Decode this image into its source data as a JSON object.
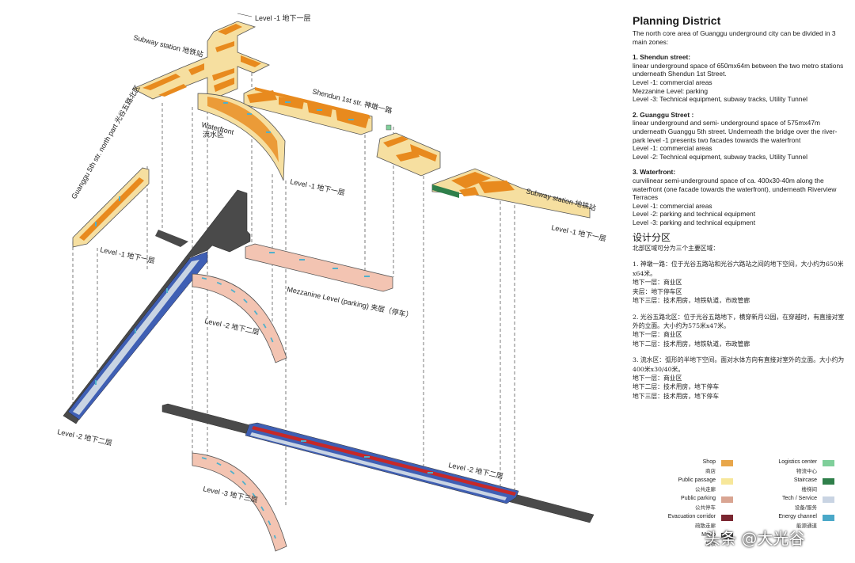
{
  "labels": {
    "level1_top": "Level -1 地下一层",
    "subway_station_left": "Subway station 地铁站",
    "shendun": "Shendun 1st str. 神墩一路",
    "waterfront": "Waterfront",
    "waterfront_cn": "流水区",
    "guanggu_north": "Guanggu 5th str. north part 光谷五路北区",
    "level1_waterfront": "Level -1 地下一层",
    "subway_station_right": "Subway station 地铁站",
    "level1_right": "Level -1 地下一层",
    "level1_left": "Level -1 地下一层",
    "mezzanine": "Mezzanine Level (parking) 夹层（停车）",
    "level2_arc": "Level -2 地下二层",
    "level2_left": "Level -2 地下二层",
    "level2_right": "Level -2 地下二层",
    "level3": "Level -3 地下三层"
  },
  "side": {
    "title": "Planning District",
    "intro": "The north core area of Guanggu underground city can be divided in 3 main zones:",
    "zone1_title": "1. Shendun street:",
    "zone1_body": "linear underground space of 650mx64m between the two metro stations underneath Shendun 1st Street.\nLevel -1: commercial areas\nMezzanine Level: parking\nLevel -3: Technical equipment, subway tracks, Utility Tunnel",
    "zone2_title": "2. Guanggu Street :",
    "zone2_body": "linear underground and semi- underground space of 575mx47m underneath Guanggu 5th street. Underneath the bridge over the river-park level -1 presents two facades towards the waterfront\nLevel -1: commercial areas\nLevel -2: Technical equipment, subway tracks, Utility Tunnel",
    "zone3_title": "3. Waterfront:",
    "zone3_body": "curvilinear semi-underground space of ca. 400x30-40m along the waterfront (one facade towards the waterfront), underneath Riverview Terraces\nLevel -1: commercial areas\nLevel -2: parking and technical equipment\nLevel -3: parking and technical equipment",
    "cn_title": "设计分区",
    "cn_intro": "北部区域可分为三个主要区域：",
    "cn_zone1": "1. 神墩一路：位于光谷五路站和光谷六路站之间的地下空间，大小约为650米x64米。\n地下一层：商业区\n夹层：地下停车区\n地下三层：技术用房，地铁轨道，市政管廊",
    "cn_zone2": "2. 光谷五路北区：位于光谷五路地下，横穿新月公园，在穿越时，有直接对室外的立面。大小约为575米x47米。\n地下一层：商业区\n地下二层：技术用房，地铁轨道，市政管廊",
    "cn_zone3": "3. 流水区：弧形的半地下空间。面对水体方向有直接对室外的立面。大小约为400米x30/40米。\n地下一层：商业区\n地下二层：技术用房，地下停车\n地下三层：技术用房，地下停车"
  },
  "legend": [
    {
      "en": "Shop",
      "zh": "商店",
      "color": "#e8a64a"
    },
    {
      "en": "Logistics center",
      "zh": "物流中心",
      "color": "#7fcf9a"
    },
    {
      "en": "Public passage",
      "zh": "公共走廊",
      "color": "#f7e79a"
    },
    {
      "en": "Staircase",
      "zh": "楼梯间",
      "color": "#2f7f4a"
    },
    {
      "en": "Public parking",
      "zh": "公共停车",
      "color": "#d9a592"
    },
    {
      "en": "Tech / Service",
      "zh": "设备/服务",
      "color": "#c9d4e3"
    },
    {
      "en": "Evacuation corridor",
      "zh": "疏散走廊",
      "color": "#7a2630"
    },
    {
      "en": "Energy channel",
      "zh": "能源通道",
      "color": "#4aa8c8"
    },
    {
      "en": "Metro",
      "zh": "地铁",
      "color": "#3a3a3a"
    },
    {
      "en": "",
      "zh": "",
      "color": "#ffffff"
    }
  ],
  "watermark": "头条 @大光谷"
}
